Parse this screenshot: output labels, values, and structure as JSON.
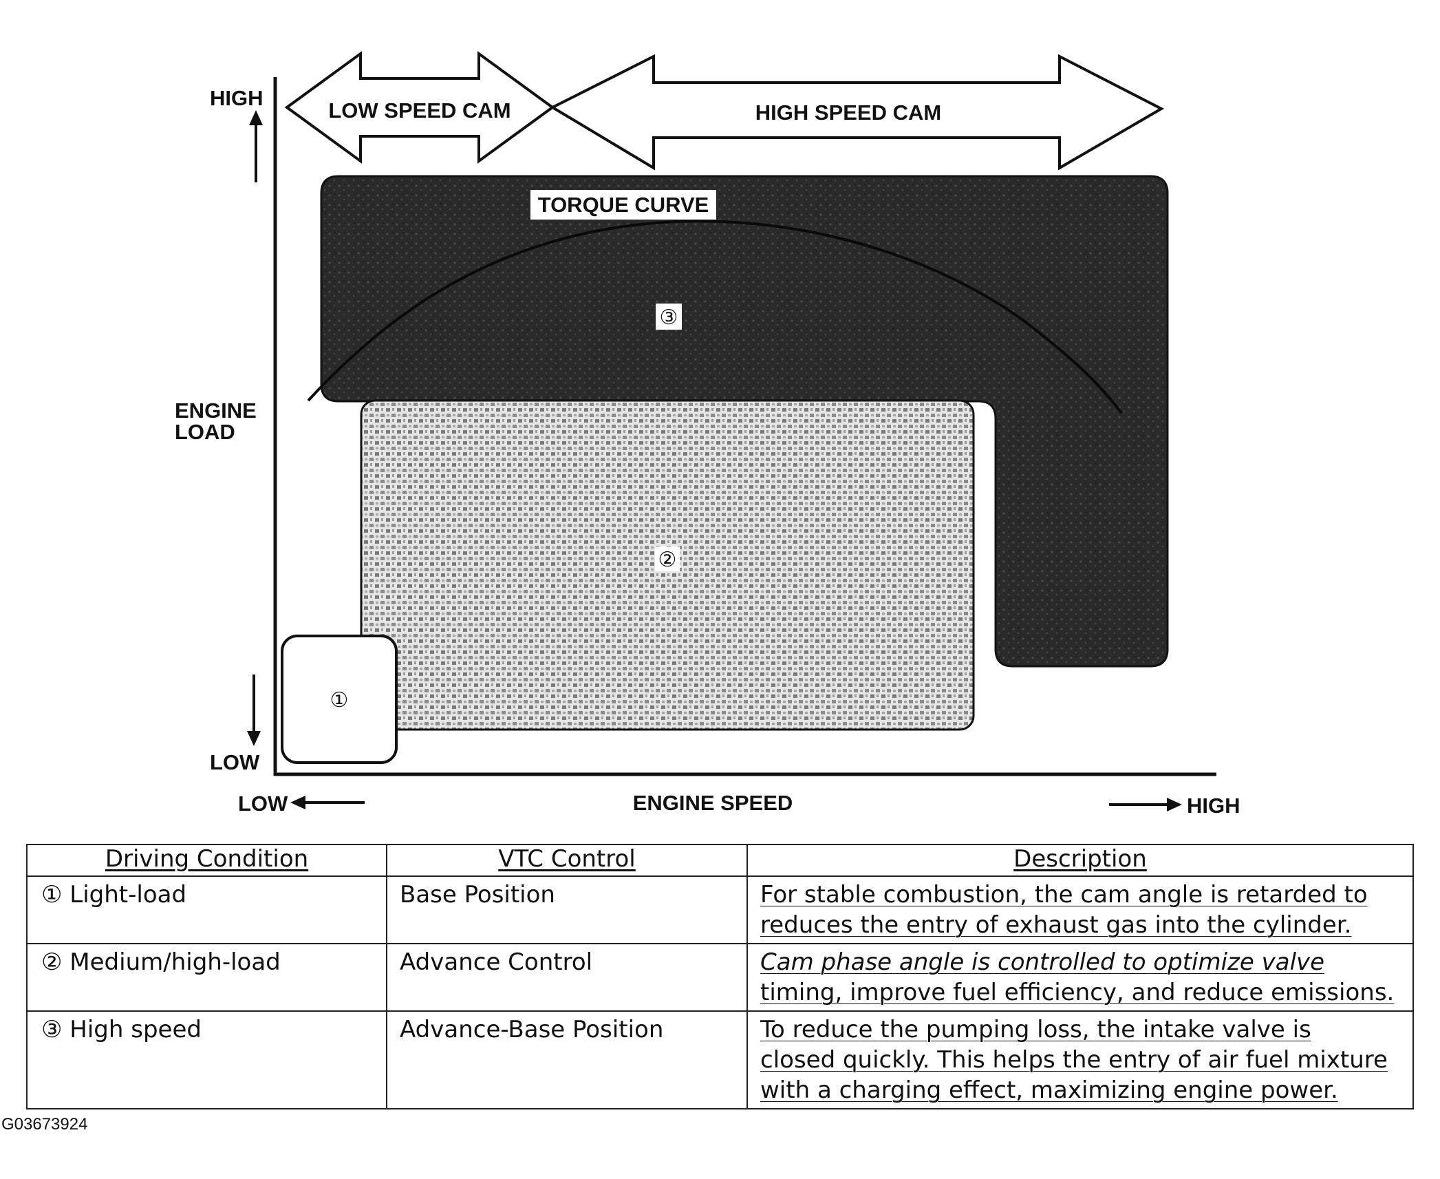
{
  "diagram": {
    "y_axis": {
      "title_line1": "ENGINE",
      "title_line2": "LOAD",
      "high": "HIGH",
      "low": "LOW"
    },
    "x_axis": {
      "title": "ENGINE SPEED",
      "low": "LOW",
      "high": "HIGH"
    },
    "cam_arrows": {
      "low": "LOW SPEED CAM",
      "high": "HIGH SPEED CAM"
    },
    "torque_label": "TORQUE CURVE",
    "regions": {
      "r1": "①",
      "r2": "②",
      "r3": "③"
    },
    "colors": {
      "dark_region": "#262626",
      "dotted_region": "#bdbdbd",
      "line": "#111111"
    }
  },
  "table": {
    "headers": [
      "Driving Condition",
      "VTC Control",
      "Description"
    ],
    "rows": [
      {
        "condition": "① Light-load",
        "control": "Base Position",
        "desc1": "For stable combustion, the cam angle is retarded to",
        "desc2": "reduces the entry of exhaust gas into the cylinder.",
        "desc3": ""
      },
      {
        "condition": "② Medium/high-load",
        "control": "Advance Control",
        "desc1": "Cam phase angle is controlled to optimize valve",
        "desc2": "timing, improve fuel efficiency, and reduce emissions.",
        "desc3": ""
      },
      {
        "condition": "③ High speed",
        "control": "Advance-Base Position",
        "desc1": "To reduce the pumping loss, the intake valve is",
        "desc2": "closed quickly. This helps the entry of air fuel mixture",
        "desc3": "with a charging effect, maximizing engine power."
      }
    ]
  },
  "figure_id": "G03673924"
}
